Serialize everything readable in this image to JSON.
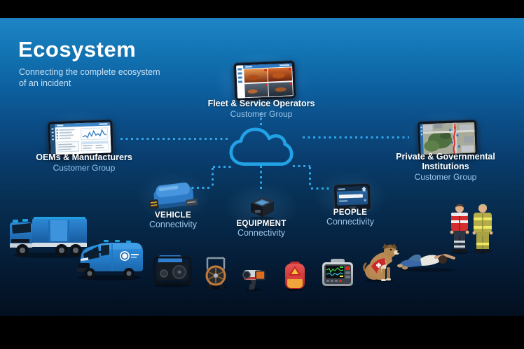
{
  "slide": {
    "title": "Ecosystem",
    "subtitle_line1": "Connecting the complete ecosystem",
    "subtitle_line2": "of an incident"
  },
  "customer_groups": {
    "fleet_service": {
      "name": "Fleet & Service Operators",
      "type_label": "Customer Group"
    },
    "oems_manufacturers": {
      "name": "OEMs & Manufacturers",
      "type_label": "Customer Group"
    },
    "private_governmental": {
      "name_line1": "Private & Governmental",
      "name_line2": "Institutions",
      "type_label": "Customer Group"
    }
  },
  "connectivity_nodes": {
    "vehicle": {
      "title": "VEHICLE",
      "subtitle": "Connectivity"
    },
    "equipment": {
      "title": "EQUIPMENT",
      "subtitle": "Connectivity"
    },
    "people": {
      "title": "PEOPLE",
      "subtitle": "Connectivity"
    }
  },
  "icons": {
    "cloud": "cloud-outline-icon",
    "connectors": "dotted-line-connector"
  },
  "colors": {
    "accent_blue": "#2da7ea",
    "background_top": "#1e85c6",
    "background_bottom": "#030f1e",
    "label_primary": "#ffffff",
    "label_secondary": "#9cc6e8",
    "letterbox": "#000000"
  }
}
